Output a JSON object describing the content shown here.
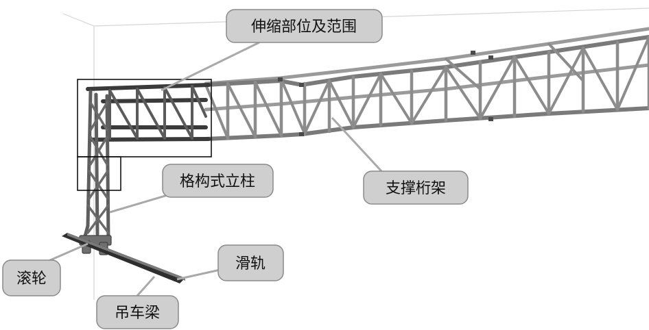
{
  "diagram": {
    "callouts": [
      {
        "id": "expansion",
        "text": "伸缩部位及范围"
      },
      {
        "id": "lattice_column",
        "text": "格构式立柱"
      },
      {
        "id": "support_truss",
        "text": "支撑桁架"
      },
      {
        "id": "rail",
        "text": "滑轨"
      },
      {
        "id": "roller",
        "text": "滚轮"
      },
      {
        "id": "crane_beam",
        "text": "吊车梁"
      }
    ],
    "colors": {
      "member_dark": "#303030",
      "member_mid": "#6f6f6f",
      "member_light": "#9a9a9a",
      "callout_fill": "#cfcfcf",
      "callout_stroke": "#8a8a8a",
      "leader": "#a9a9a9",
      "box": "#111111",
      "guide": "#d4d4d4"
    }
  }
}
